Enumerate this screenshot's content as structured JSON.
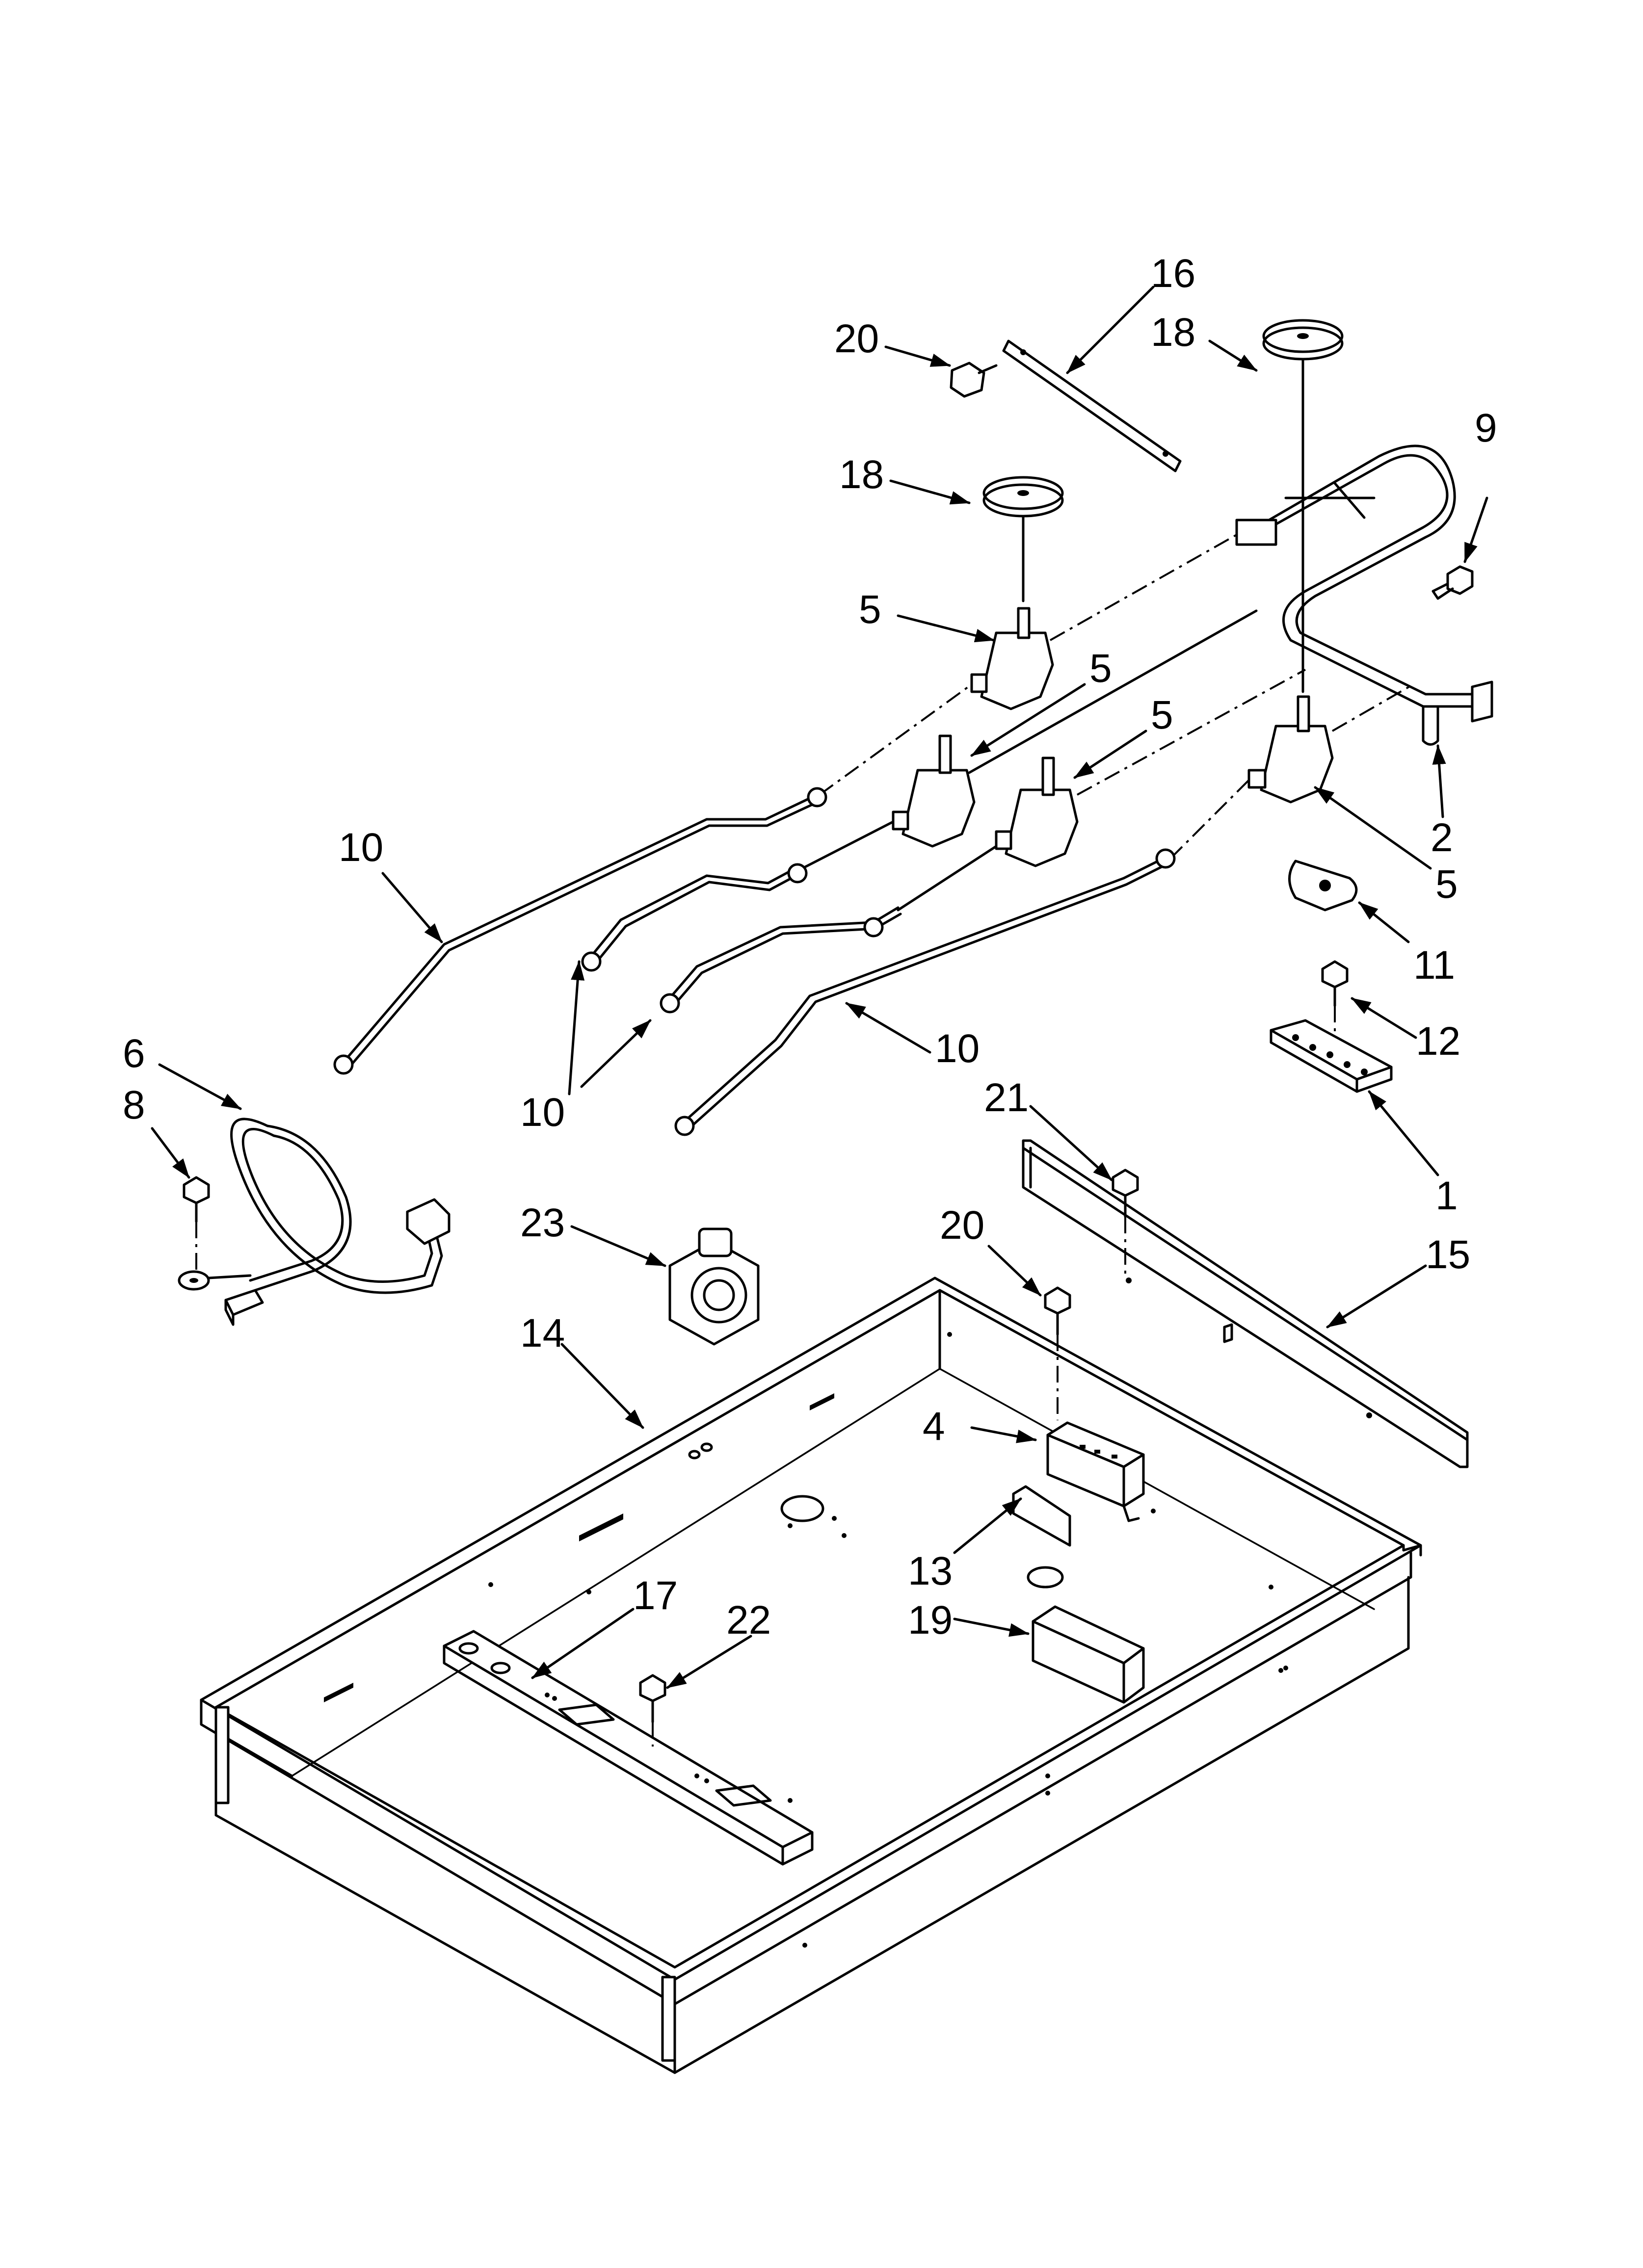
{
  "callouts": [
    {
      "id": "c16",
      "text": "16"
    },
    {
      "id": "c18a",
      "text": "18"
    },
    {
      "id": "c20a",
      "text": "20"
    },
    {
      "id": "c9",
      "text": "9"
    },
    {
      "id": "c18b",
      "text": "18"
    },
    {
      "id": "c5a",
      "text": "5"
    },
    {
      "id": "c5b",
      "text": "5"
    },
    {
      "id": "c5c",
      "text": "5"
    },
    {
      "id": "c2",
      "text": "2"
    },
    {
      "id": "c5d",
      "text": "5"
    },
    {
      "id": "c10a",
      "text": "10"
    },
    {
      "id": "c11",
      "text": "11"
    },
    {
      "id": "c10b",
      "text": "10"
    },
    {
      "id": "c12",
      "text": "12"
    },
    {
      "id": "c6",
      "text": "6"
    },
    {
      "id": "c8",
      "text": "8"
    },
    {
      "id": "c10c",
      "text": "10"
    },
    {
      "id": "c21",
      "text": "21"
    },
    {
      "id": "c1",
      "text": "1"
    },
    {
      "id": "c23",
      "text": "23"
    },
    {
      "id": "c20b",
      "text": "20"
    },
    {
      "id": "c15",
      "text": "15"
    },
    {
      "id": "c14",
      "text": "14"
    },
    {
      "id": "c4",
      "text": "4"
    },
    {
      "id": "c13",
      "text": "13"
    },
    {
      "id": "c17",
      "text": "17"
    },
    {
      "id": "c22",
      "text": "22"
    },
    {
      "id": "c19",
      "text": "19"
    }
  ]
}
